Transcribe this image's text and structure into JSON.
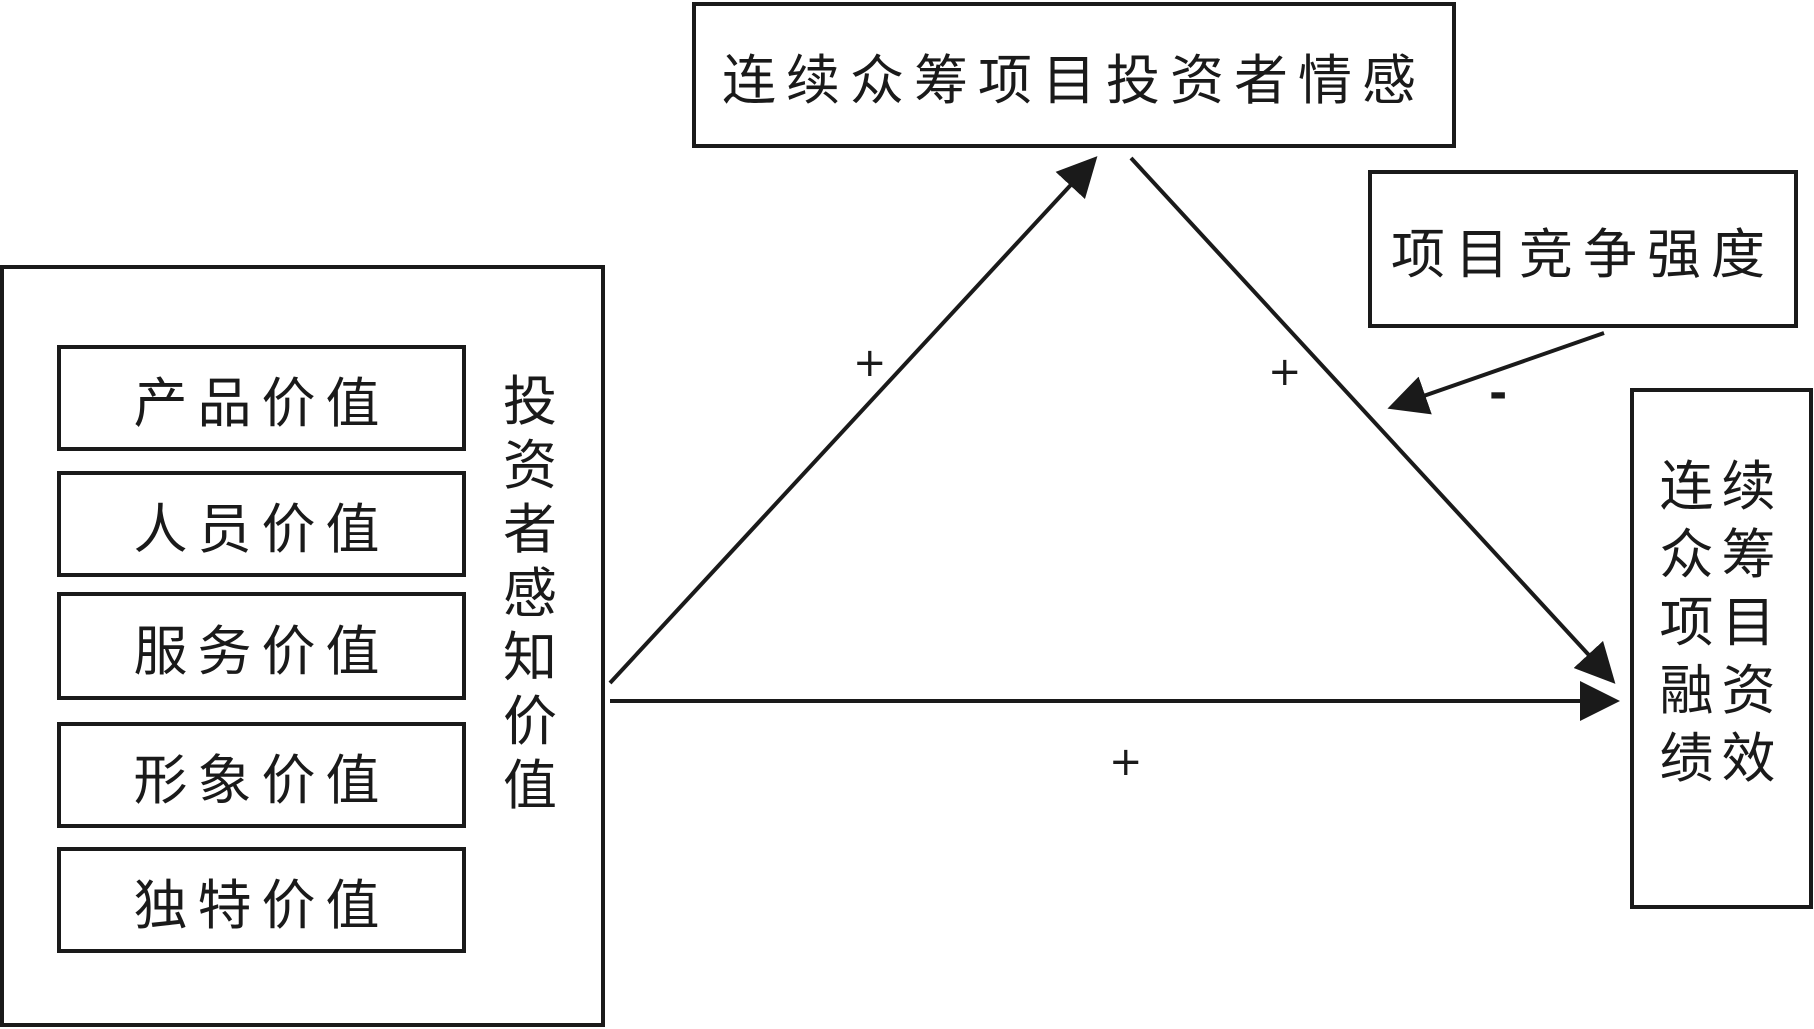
{
  "emotion_node": {
    "label": "连续众筹项目投资者情感"
  },
  "competition_node": {
    "label": "项目竞争强度"
  },
  "perceived_value": {
    "label": "投资者感知价值",
    "items": [
      {
        "label": "产品价值"
      },
      {
        "label": "人员价值"
      },
      {
        "label": "服务价值"
      },
      {
        "label": "形象价值"
      },
      {
        "label": "独特价值"
      }
    ]
  },
  "performance_node": {
    "label": "连续众筹项目融资绩效"
  },
  "edge_signs": {
    "value_to_emotion": "+",
    "emotion_to_performance": "+",
    "competition_moderation": "-",
    "value_to_performance": "+"
  }
}
